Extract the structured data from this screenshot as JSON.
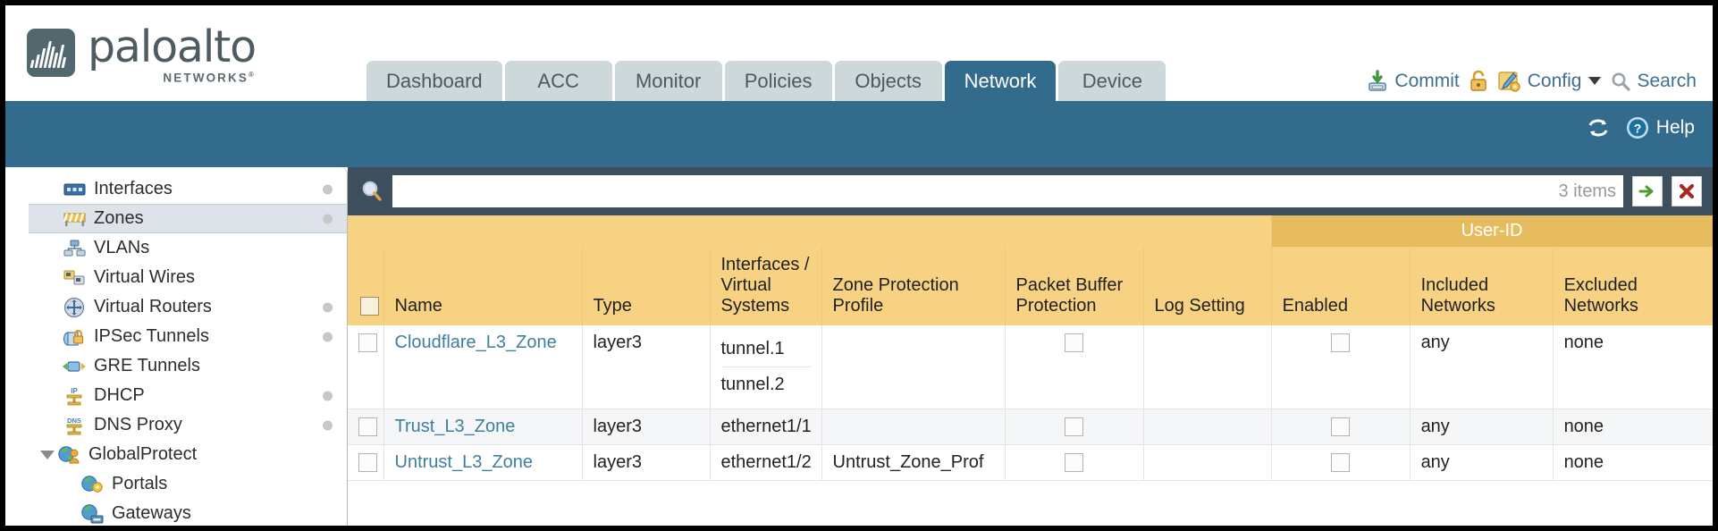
{
  "brand": {
    "name": "paloalto",
    "tagline": "NETWORKS",
    "registered": "®"
  },
  "nav": {
    "tabs": [
      {
        "label": "Dashboard",
        "active": false
      },
      {
        "label": "ACC",
        "active": false
      },
      {
        "label": "Monitor",
        "active": false
      },
      {
        "label": "Policies",
        "active": false
      },
      {
        "label": "Objects",
        "active": false
      },
      {
        "label": "Network",
        "active": true
      },
      {
        "label": "Device",
        "active": false
      }
    ]
  },
  "top_actions": {
    "commit": "Commit",
    "lock_icon": "padlock-icon",
    "config": "Config",
    "search": "Search"
  },
  "band": {
    "refresh_icon": "refresh-icon",
    "help": "Help"
  },
  "sidebar": {
    "items": [
      {
        "label": "Interfaces",
        "icon": "interfaces-icon",
        "dot": true,
        "selected": false,
        "level": 0,
        "expander": false
      },
      {
        "label": "Zones",
        "icon": "zones-icon",
        "dot": true,
        "selected": true,
        "level": 0,
        "expander": false
      },
      {
        "label": "VLANs",
        "icon": "vlans-icon",
        "dot": false,
        "selected": false,
        "level": 0,
        "expander": false
      },
      {
        "label": "Virtual Wires",
        "icon": "virtual-wires-icon",
        "dot": false,
        "selected": false,
        "level": 0,
        "expander": false
      },
      {
        "label": "Virtual Routers",
        "icon": "virtual-routers-icon",
        "dot": true,
        "selected": false,
        "level": 0,
        "expander": false
      },
      {
        "label": "IPSec Tunnels",
        "icon": "ipsec-tunnels-icon",
        "dot": true,
        "selected": false,
        "level": 0,
        "expander": false
      },
      {
        "label": "GRE Tunnels",
        "icon": "gre-tunnels-icon",
        "dot": false,
        "selected": false,
        "level": 0,
        "expander": false
      },
      {
        "label": "DHCP",
        "icon": "dhcp-icon",
        "dot": true,
        "selected": false,
        "level": 0,
        "expander": false
      },
      {
        "label": "DNS Proxy",
        "icon": "dns-proxy-icon",
        "dot": true,
        "selected": false,
        "level": 0,
        "expander": false
      },
      {
        "label": "GlobalProtect",
        "icon": "globalprotect-icon",
        "dot": false,
        "selected": false,
        "level": 0,
        "expander": true
      },
      {
        "label": "Portals",
        "icon": "portals-icon",
        "dot": false,
        "selected": false,
        "level": 1,
        "expander": false
      },
      {
        "label": "Gateways",
        "icon": "gateways-icon",
        "dot": false,
        "selected": false,
        "level": 1,
        "expander": false
      }
    ]
  },
  "filter": {
    "search_icon": "search-icon",
    "value": "",
    "placeholder": "",
    "items_count": "3 items",
    "apply_icon": "green-arrow-icon",
    "clear_icon": "red-x-icon"
  },
  "table": {
    "group_header": "User-ID",
    "columns": [
      "Name",
      "Type",
      "Interfaces / Virtual Systems",
      "Zone Protection Profile",
      "Packet Buffer Protection",
      "Log Setting",
      "Enabled",
      "Included Networks",
      "Excluded Networks"
    ],
    "rows": [
      {
        "checked": false,
        "name": "Cloudflare_L3_Zone",
        "type": "layer3",
        "interfaces": [
          "tunnel.1",
          "tunnel.2"
        ],
        "zone_protection_profile": "",
        "packet_buffer_protection": false,
        "log_setting": "",
        "userid_enabled": false,
        "included_networks": "any",
        "excluded_networks": "none",
        "alt": false
      },
      {
        "checked": false,
        "name": "Trust_L3_Zone",
        "type": "layer3",
        "interfaces": [
          "ethernet1/1"
        ],
        "zone_protection_profile": "",
        "packet_buffer_protection": false,
        "log_setting": "",
        "userid_enabled": false,
        "included_networks": "any",
        "excluded_networks": "none",
        "alt": true
      },
      {
        "checked": false,
        "name": "Untrust_L3_Zone",
        "type": "layer3",
        "interfaces": [
          "ethernet1/2"
        ],
        "zone_protection_profile": "Untrust_Zone_Prof",
        "packet_buffer_protection": false,
        "log_setting": "",
        "userid_enabled": false,
        "included_networks": "any",
        "excluded_networks": "none",
        "alt": false
      }
    ]
  },
  "colors": {
    "brand_blue": "#336b8c",
    "tab_inactive": "#cdd8da",
    "header_gold": "#f7d283",
    "group_gold": "#e7bc5f",
    "filter_bar": "#3d4f5c",
    "link": "#3f7f9e"
  }
}
